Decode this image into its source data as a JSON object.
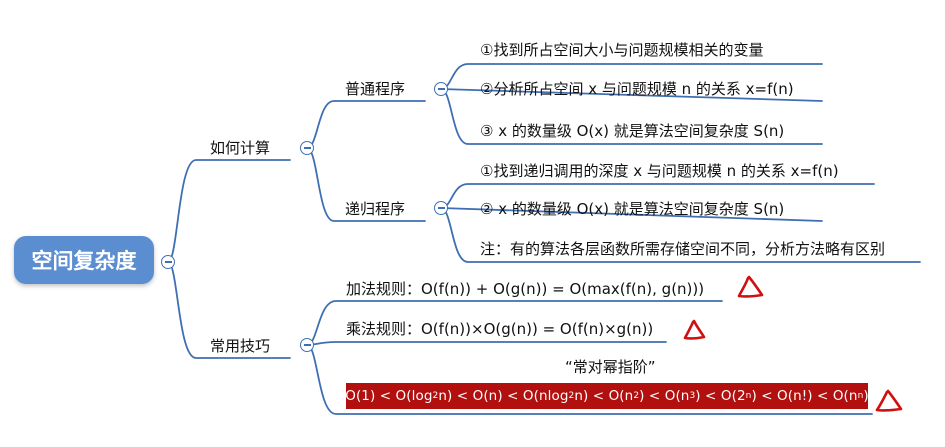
{
  "root": {
    "label": "空间复杂度"
  },
  "branches": {
    "compute": {
      "label": "如何计算",
      "ordinary": {
        "label": "普通程序",
        "items": [
          "①找到所占空间大小与问题规模相关的变量",
          "②分析所占空间 x 与问题规模 n 的关系 x=f(n)",
          "③ x 的数量级 O(x) 就是算法空间复杂度 S(n)"
        ]
      },
      "recursive": {
        "label": "递归程序",
        "items": [
          "①找到递归调用的深度 x 与问题规模 n 的关系 x=f(n)",
          "②  x 的数量级 O(x) 就是算法空间复杂度 S(n)",
          "注：有的算法各层函数所需存储空间不同，分析方法略有区别"
        ]
      }
    },
    "tricks": {
      "label": "常用技巧",
      "items": [
        "加法规则：O(f(n)) + O(g(n)) = O(max(f(n), g(n)))",
        "乘法规则：O(f(n))×O(g(n)) = O(f(n)×g(n))"
      ],
      "order_title": "“常对幂指阶”",
      "order_parts": [
        "O(1) < O(log",
        "2",
        "n) < O(n) < O(nlog",
        "2",
        "n) < O(n",
        "2",
        ") < O(n",
        "3",
        ") < O(2",
        "n",
        ") < O(n!) < O(n",
        "n",
        ")"
      ]
    }
  },
  "colors": {
    "line": "#3f6fb3",
    "root_fill": "#5b8ed1",
    "highlight_fill": "#b20f0f",
    "annotation": "#d01010"
  },
  "icons": [
    "collapse-minus-icon",
    "triangle-mark-icon"
  ]
}
